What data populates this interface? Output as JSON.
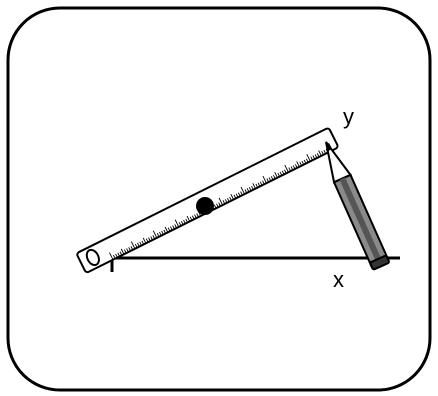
{
  "labels": {
    "origin": "O",
    "x": "x",
    "y": "y"
  },
  "colors": {
    "stroke": "#000000",
    "background": "#ffffff",
    "ruler_fill": "#ffffff",
    "pencil_body": "#8a8a8a",
    "pencil_shade": "#555555",
    "pencil_wood": "#ffffff",
    "pivot": "#000000"
  },
  "icons": {
    "ruler": "ruler-icon",
    "pencil": "pencil-icon",
    "pivot": "pivot-dot-icon"
  }
}
